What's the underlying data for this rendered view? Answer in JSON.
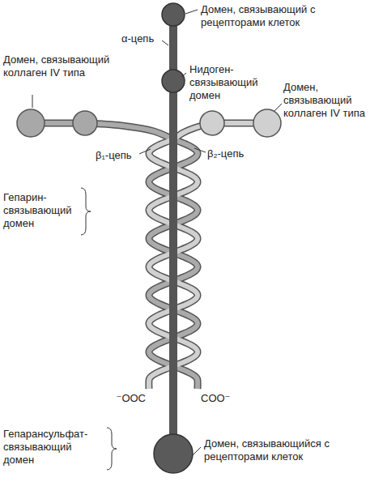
{
  "diagram": {
    "labels": [
      "Домен, связывающий с рецепторами клеток",
      "α-цепь",
      "Нидоген-связывающий домен",
      "Домен, связывающий коллаген IV типа",
      "β₁-цепь",
      "β₂-цепь",
      "Домен, связывающий коллаген IV типа",
      "Гепарин-связывающий домен",
      "⁻OOC",
      "COO⁻",
      "Гепарансульфат-связывающий домен",
      "Домен, связывающийся с рецепторами клеток"
    ]
  }
}
